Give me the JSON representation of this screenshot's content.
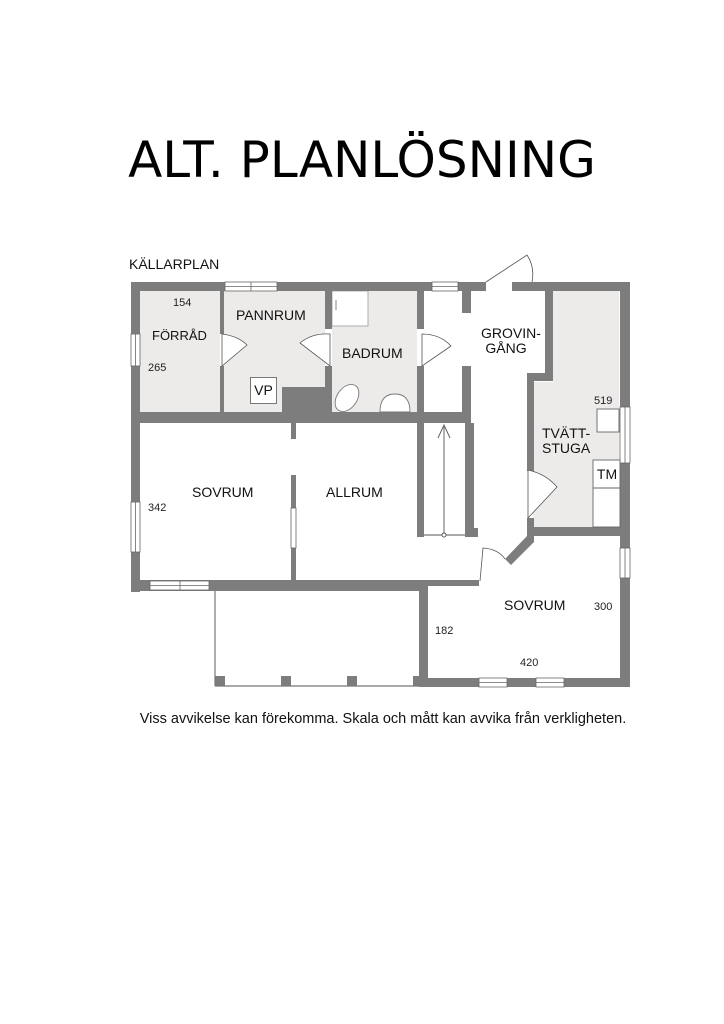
{
  "title": "ALT. PLANLÖSNING",
  "plan_label": "KÄLLARPLAN",
  "disclaimer": "Viss avvikelse kan förekomma. Skala och mått kan avvika från verkligheten.",
  "rooms": {
    "forrad": {
      "name": "FÖRRÅD",
      "dim_top": "154",
      "dim_side": "265"
    },
    "pannrum": {
      "name": "PANNRUM",
      "fixture": "VP"
    },
    "badrum": {
      "name": "BADRUM"
    },
    "grovingang": {
      "name_line1": "GROVIN-",
      "name_line2": "GÅNG"
    },
    "tvattstuga": {
      "name_line1": "TVÄTT-",
      "name_line2": "STUGA",
      "dim": "519",
      "fixture": "TM"
    },
    "sovrum1": {
      "name": "SOVRUM",
      "dim": "342"
    },
    "allrum": {
      "name": "ALLRUM"
    },
    "sovrum2": {
      "name": "SOVRUM",
      "dim_left": "182",
      "dim_right": "300",
      "dim_bottom": "420"
    }
  },
  "colors": {
    "wall": "#7d7d7d",
    "floor_gray": "#edebea",
    "floor_white": "#ffffff",
    "line": "#666666"
  }
}
